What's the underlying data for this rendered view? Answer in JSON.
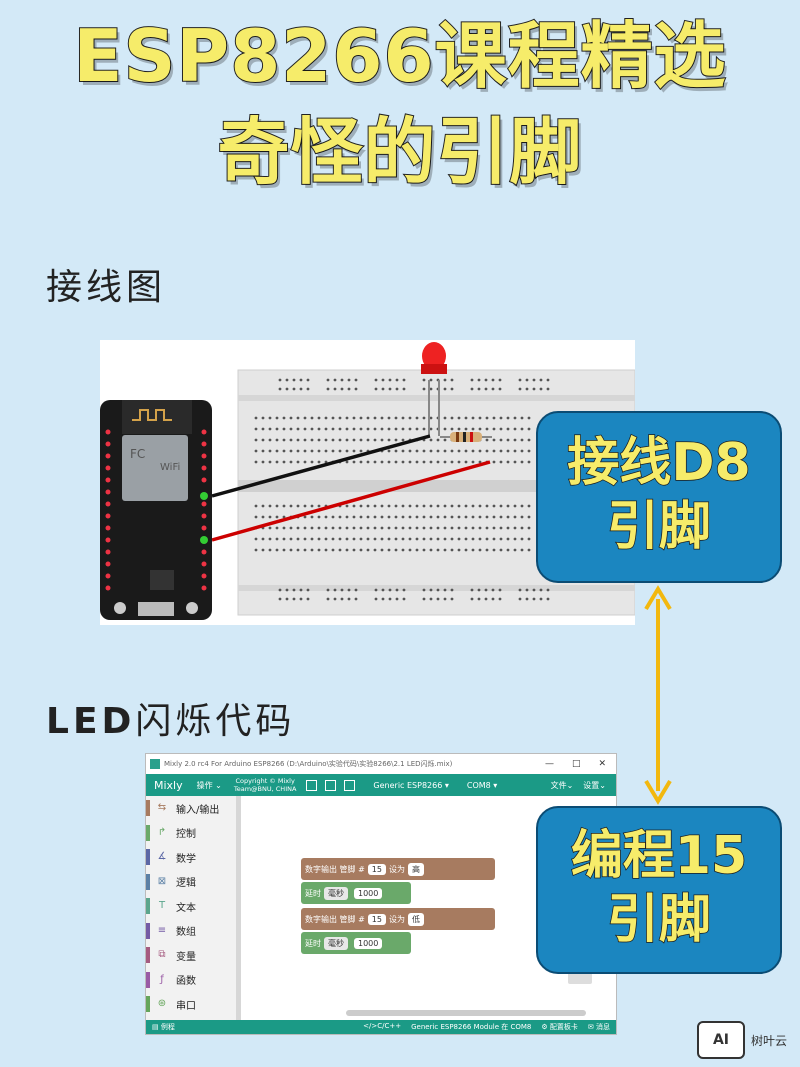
{
  "title": {
    "line1": "ESP8266课程精选",
    "line2": "奇怪的引脚"
  },
  "sections": {
    "wiring": "接线图",
    "code_prefix": "LED",
    "code_suffix": "闪烁代码"
  },
  "callouts": {
    "top": {
      "line1": "接线D8",
      "line2": "引脚"
    },
    "bottom": {
      "line1": "编程15",
      "line2": "引脚"
    }
  },
  "mixly": {
    "window_title": "Mixly 2.0 rc4 For Arduino ESP8266 (D:\\Arduino\\实验代码\\实验8266\\2.1 LED闪烁.mix)",
    "win_controls": [
      "—",
      "□",
      "✕"
    ],
    "toolbar": {
      "brand": "Mixly",
      "operate": "操作",
      "copyright_line1": "Copyright © Mixly",
      "copyright_line2": "Team@BNU, CHINA",
      "board": "Generic ESP8266",
      "port": "COM8",
      "file": "文件",
      "settings": "设置"
    },
    "categories": [
      {
        "label": "输入/输出",
        "color": "#a77b60",
        "icon": "⇆"
      },
      {
        "label": "控制",
        "color": "#6aa96a",
        "icon": "↱"
      },
      {
        "label": "数学",
        "color": "#5b67a5",
        "icon": "∡"
      },
      {
        "label": "逻辑",
        "color": "#5b80a5",
        "icon": "⊠"
      },
      {
        "label": "文本",
        "color": "#5ba58c",
        "icon": "T"
      },
      {
        "label": "数组",
        "color": "#745ba5",
        "icon": "≡"
      },
      {
        "label": "变量",
        "color": "#a55b80",
        "icon": "⧉"
      },
      {
        "label": "函数",
        "color": "#995ba5",
        "icon": "ƒ"
      },
      {
        "label": "串口",
        "color": "#65a55b",
        "icon": "⊛"
      }
    ],
    "blocks": [
      {
        "type": "out",
        "label": "数字输出 管脚 #",
        "pin": "15",
        "set": "设为",
        "value": "高"
      },
      {
        "type": "delay",
        "label": "延时",
        "unit": "毫秒",
        "value": "1000"
      },
      {
        "type": "out",
        "label": "数字输出 管脚 #",
        "pin": "15",
        "set": "设为",
        "value": "低"
      },
      {
        "type": "delay",
        "label": "延时",
        "unit": "毫秒",
        "value": "1000"
      }
    ],
    "statusbar": {
      "examples": "例程",
      "lang": "</>C/C++",
      "module": "Generic ESP8266 Module 在 COM8",
      "board_cfg": "配置板卡",
      "messages": "消息"
    }
  },
  "watermark": {
    "badge": "AI",
    "text": "树叶云"
  },
  "colors": {
    "background": "#d3e9f7",
    "title_yellow": "#f6ec6a",
    "callout_blue": "#1b86c0",
    "mixly_teal": "#1b9a86"
  }
}
